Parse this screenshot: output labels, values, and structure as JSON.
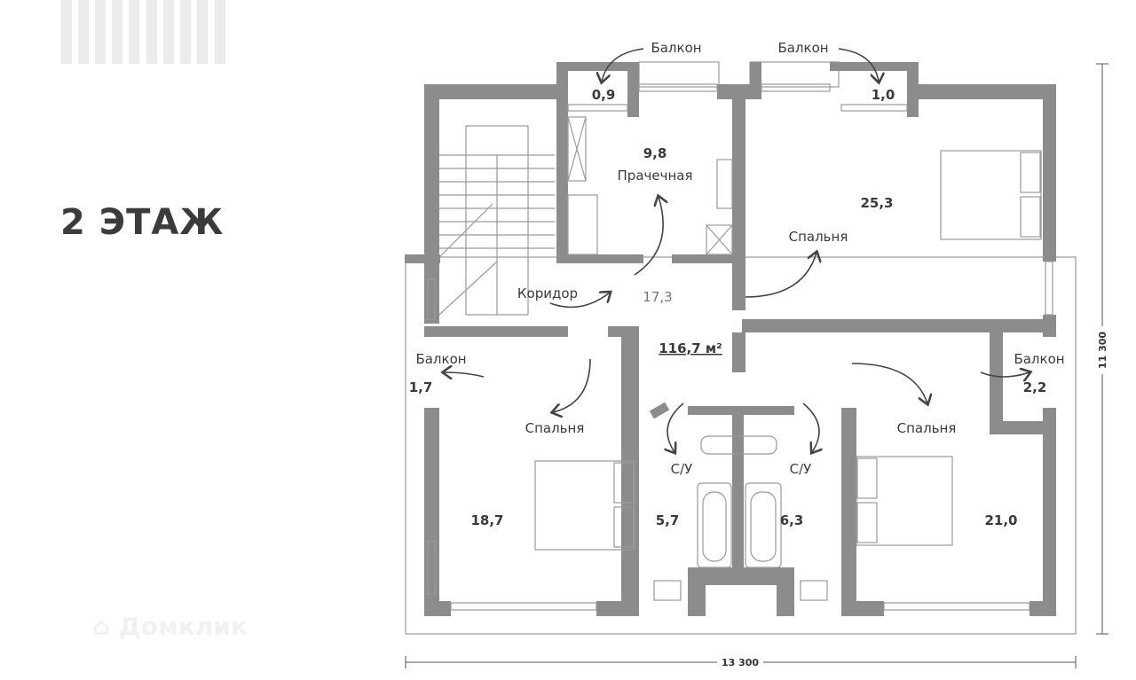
{
  "title": "2 ЭТАЖ",
  "watermark": "Домклик",
  "total_area": "116,7 м²",
  "dimensions": {
    "width": "13 300",
    "height": "11 300"
  },
  "rooms": [
    {
      "name": "Балкон",
      "area": "0,9"
    },
    {
      "name": "Балкон",
      "area": "1,0"
    },
    {
      "name": "Прачечная",
      "area": "9,8"
    },
    {
      "name": "Спальня",
      "area": "25,3"
    },
    {
      "name": "Коридор",
      "area": "17,3"
    },
    {
      "name": "Балкон",
      "area": "1,7"
    },
    {
      "name": "Балкон",
      "area": "2,2"
    },
    {
      "name": "Спальня",
      "area": "18,7"
    },
    {
      "name": "С/У",
      "area": "5,7"
    },
    {
      "name": "С/У",
      "area": "6,3"
    },
    {
      "name": "Спальня",
      "area": "21,0"
    }
  ],
  "colors": {
    "wall": "#8c8c8c",
    "text": "#3a3a3a"
  }
}
